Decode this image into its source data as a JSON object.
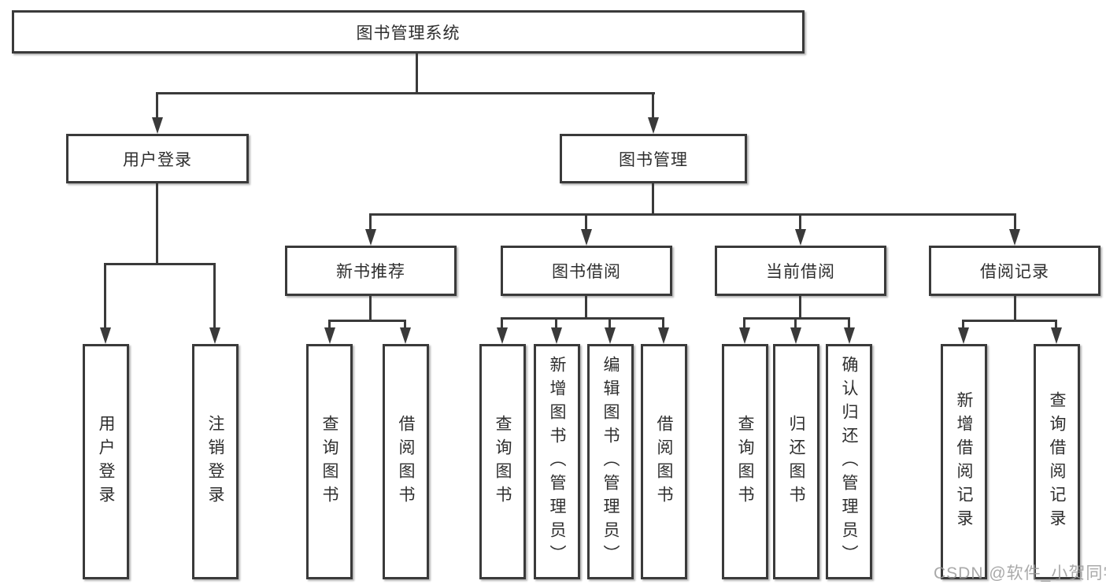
{
  "tree": {
    "root": "图书管理系统",
    "branches": [
      {
        "label": "用户登录",
        "children": [
          "用户登录",
          "注销登录"
        ]
      },
      {
        "label": "图书管理"
      }
    ],
    "sections": [
      {
        "label": "新书推荐",
        "children": [
          "查询图书",
          "借阅图书"
        ]
      },
      {
        "label": "图书借阅",
        "children": [
          "查询图书",
          "新增图书（管理员）",
          "编辑图书（管理员）",
          "借阅图书"
        ]
      },
      {
        "label": "当前借阅",
        "children": [
          "查询图书",
          "归还图书",
          "确认归还（管理员）"
        ]
      },
      {
        "label": "借阅记录",
        "children": [
          "新增借阅记录",
          "查询借阅记录"
        ]
      }
    ]
  },
  "watermark": "CSDN @软件_小贺同学",
  "colors": {
    "line": "#3a3a3a",
    "box_border": "#3a3a3a",
    "box_fill": "#ffffff",
    "text": "#2e2e2e",
    "watermark": "#9a9a9a",
    "background": "#ffffff"
  }
}
